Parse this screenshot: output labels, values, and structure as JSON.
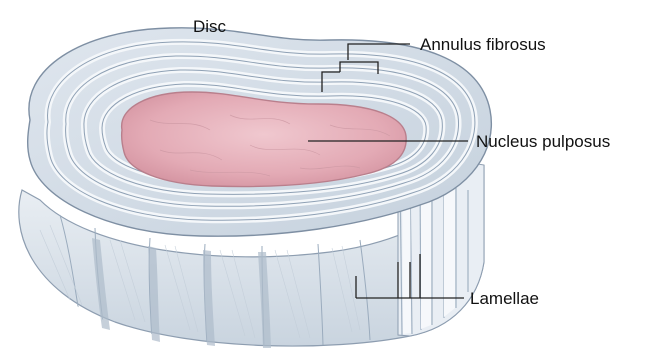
{
  "figure": {
    "title": "Disc",
    "labels": {
      "annulus": "Annulus fibrosus",
      "nucleus": "Nucleus pulposus",
      "lamellae": "Lamellae"
    }
  },
  "colors": {
    "nucleus": "#e6b3bd",
    "nucleus_edge": "#c98f9b",
    "ring_light": "#f2f5f8",
    "ring_dark": "#9fb0c2",
    "side_light": "#e7edf3",
    "side_shadow": "#b7c4d2",
    "leader": "#222222",
    "text": "#111111"
  }
}
